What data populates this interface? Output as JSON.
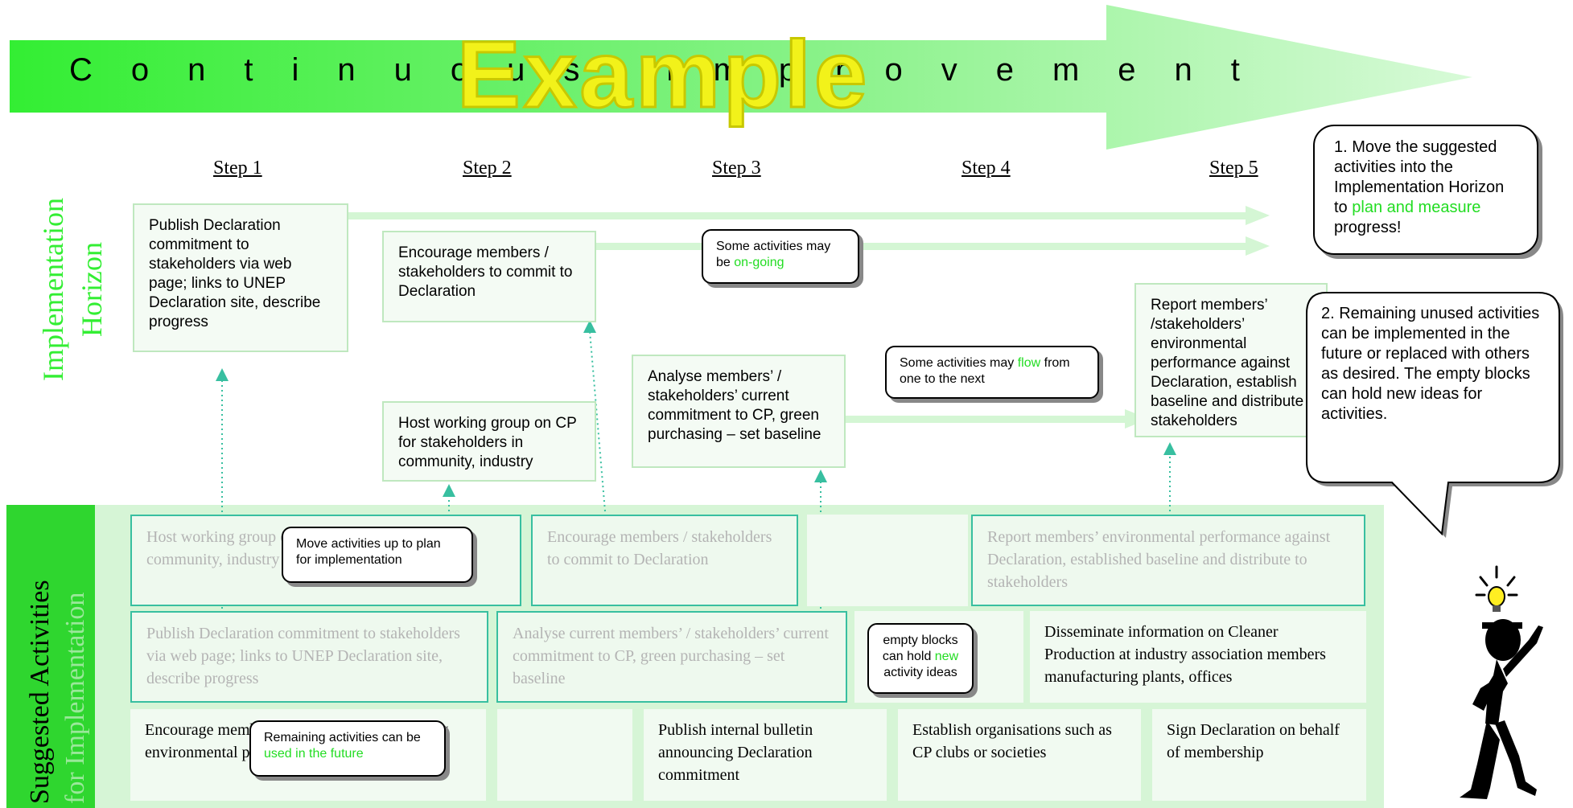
{
  "banner": {
    "title": "Continuous Improvement",
    "watermark": "Example",
    "arrow_color": "#33ee33"
  },
  "steps": [
    "Step 1",
    "Step 2",
    "Step 3",
    "Step 4",
    "Step 5"
  ],
  "side_labels": {
    "horizon": "Implementation Horizon",
    "horizon_line1": "Implementation",
    "horizon_line2": "Horizon",
    "suggested_line1": "Suggested Activities",
    "suggested_line2": "for Implementation"
  },
  "horizon_boxes": {
    "publish": "Publish Declaration commitment to stakeholders via web page; links to UNEP Declaration site, describe progress",
    "encourage": "Encourage members / stakeholders to commit to Declaration",
    "host": "Host working group on CP for stakeholders in community, industry",
    "analyse": "Analyse members’ / stakeholders’ current commitment to CP, green purchasing – set baseline",
    "report": "Report members’ /stakeholders’ environmental performance against Declaration, establish baseline and distribute to stakeholders"
  },
  "suggested": {
    "row1": {
      "host": "Host working group on CP for stakeholders in community, industry",
      "encourage": "Encourage members / stakeholders to commit to Declaration",
      "report": "Report members’ environmental performance against Declaration, established baseline and distribute to stakeholders"
    },
    "row2": {
      "publish": "Publish Declaration commitment to stakeholders via web page; links to UNEP Declaration site, describe progress",
      "analyse": "Analyse current members’ / stakeholders’ current commitment to CP, green purchasing – set baseline",
      "disseminate": "Disseminate information on Cleaner Production at industry association members manufacturing plants, offices"
    },
    "row3": {
      "encourage_mfg": "Encourage members to improve manufacturing environmental performance",
      "bulletin": "Publish internal bulletin announcing Declaration commitment",
      "organisations": "Establish organisations such as CP clubs or societies",
      "sign": "Sign Declaration on behalf of membership"
    }
  },
  "callouts": {
    "ongoing_pre": "Some activities may be ",
    "ongoing_hl": "on-going",
    "flow_pre": "Some activities may ",
    "flow_hl": "flow",
    "flow_post": " from one to the next",
    "move": "Move activities up to plan for implementation",
    "empty_pre": "empty blocks can hold ",
    "empty_hl": "new",
    "empty_post": " activity ideas",
    "remaining_pre": "Remaining activities can be ",
    "remaining_hl": "used in the future",
    "tip1_pre": "1. Move the suggested activities into the Implementation Horizon to ",
    "tip1_hl": "plan and measure",
    "tip1_post": " progress!",
    "tip2": "2. Remaining unused activities can be implemented in the future or replaced with others as desired.  The empty blocks can hold new ideas for activities."
  },
  "colors": {
    "accent_green": "#22dd22",
    "teal": "#38bfa0",
    "banner_green": "#33ee33"
  }
}
